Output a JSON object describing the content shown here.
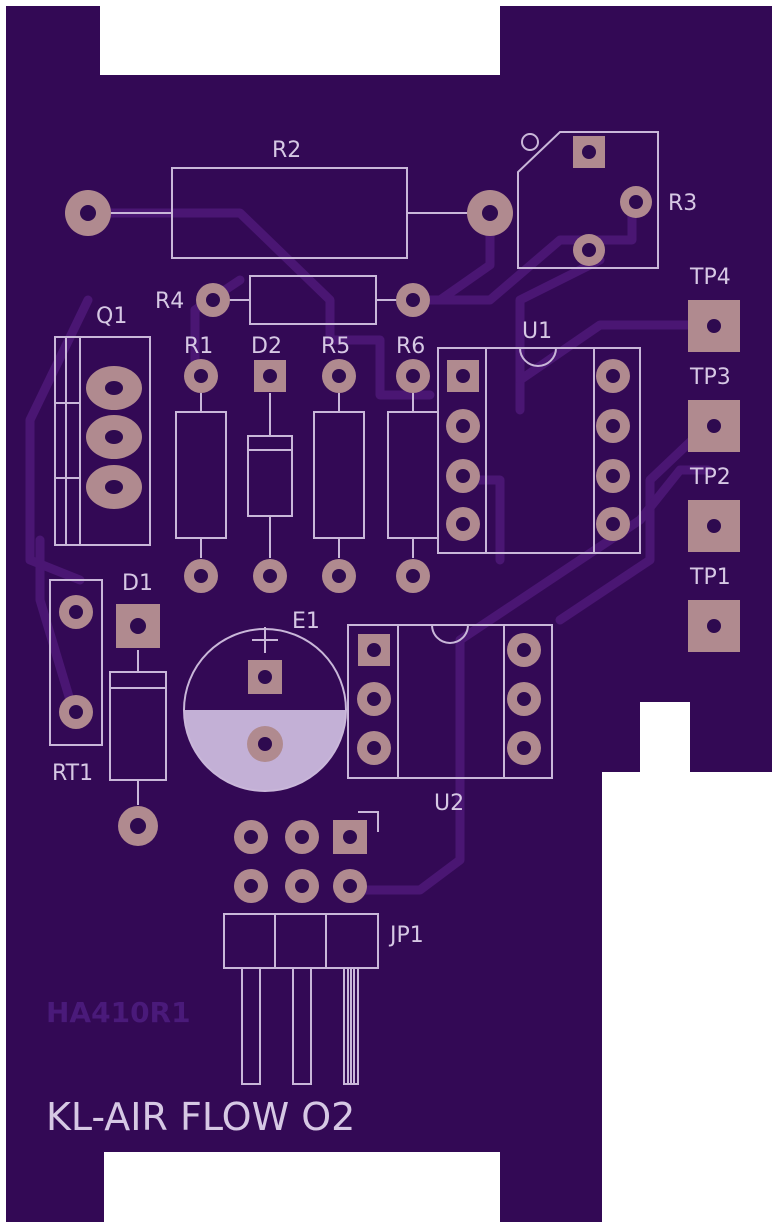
{
  "board": {
    "title": "KL-AIR FLOW O2",
    "revision": "HA410R1",
    "colors": {
      "substrate": "#330955",
      "trace": "#4a1673",
      "silkscreen": "#c9b7d9",
      "pad": "#b08a8f",
      "background": "#ffffff"
    }
  },
  "labels": {
    "r2": "R2",
    "r3": "R3",
    "r4": "R4",
    "q1": "Q1",
    "r1": "R1",
    "d2": "D2",
    "r5": "R5",
    "r6": "R6",
    "u1": "U1",
    "tp4": "TP4",
    "tp3": "TP3",
    "tp2": "TP2",
    "tp1": "TP1",
    "d1": "D1",
    "e1": "E1",
    "rt1": "RT1",
    "u2": "U2",
    "jp1": "JP1"
  }
}
